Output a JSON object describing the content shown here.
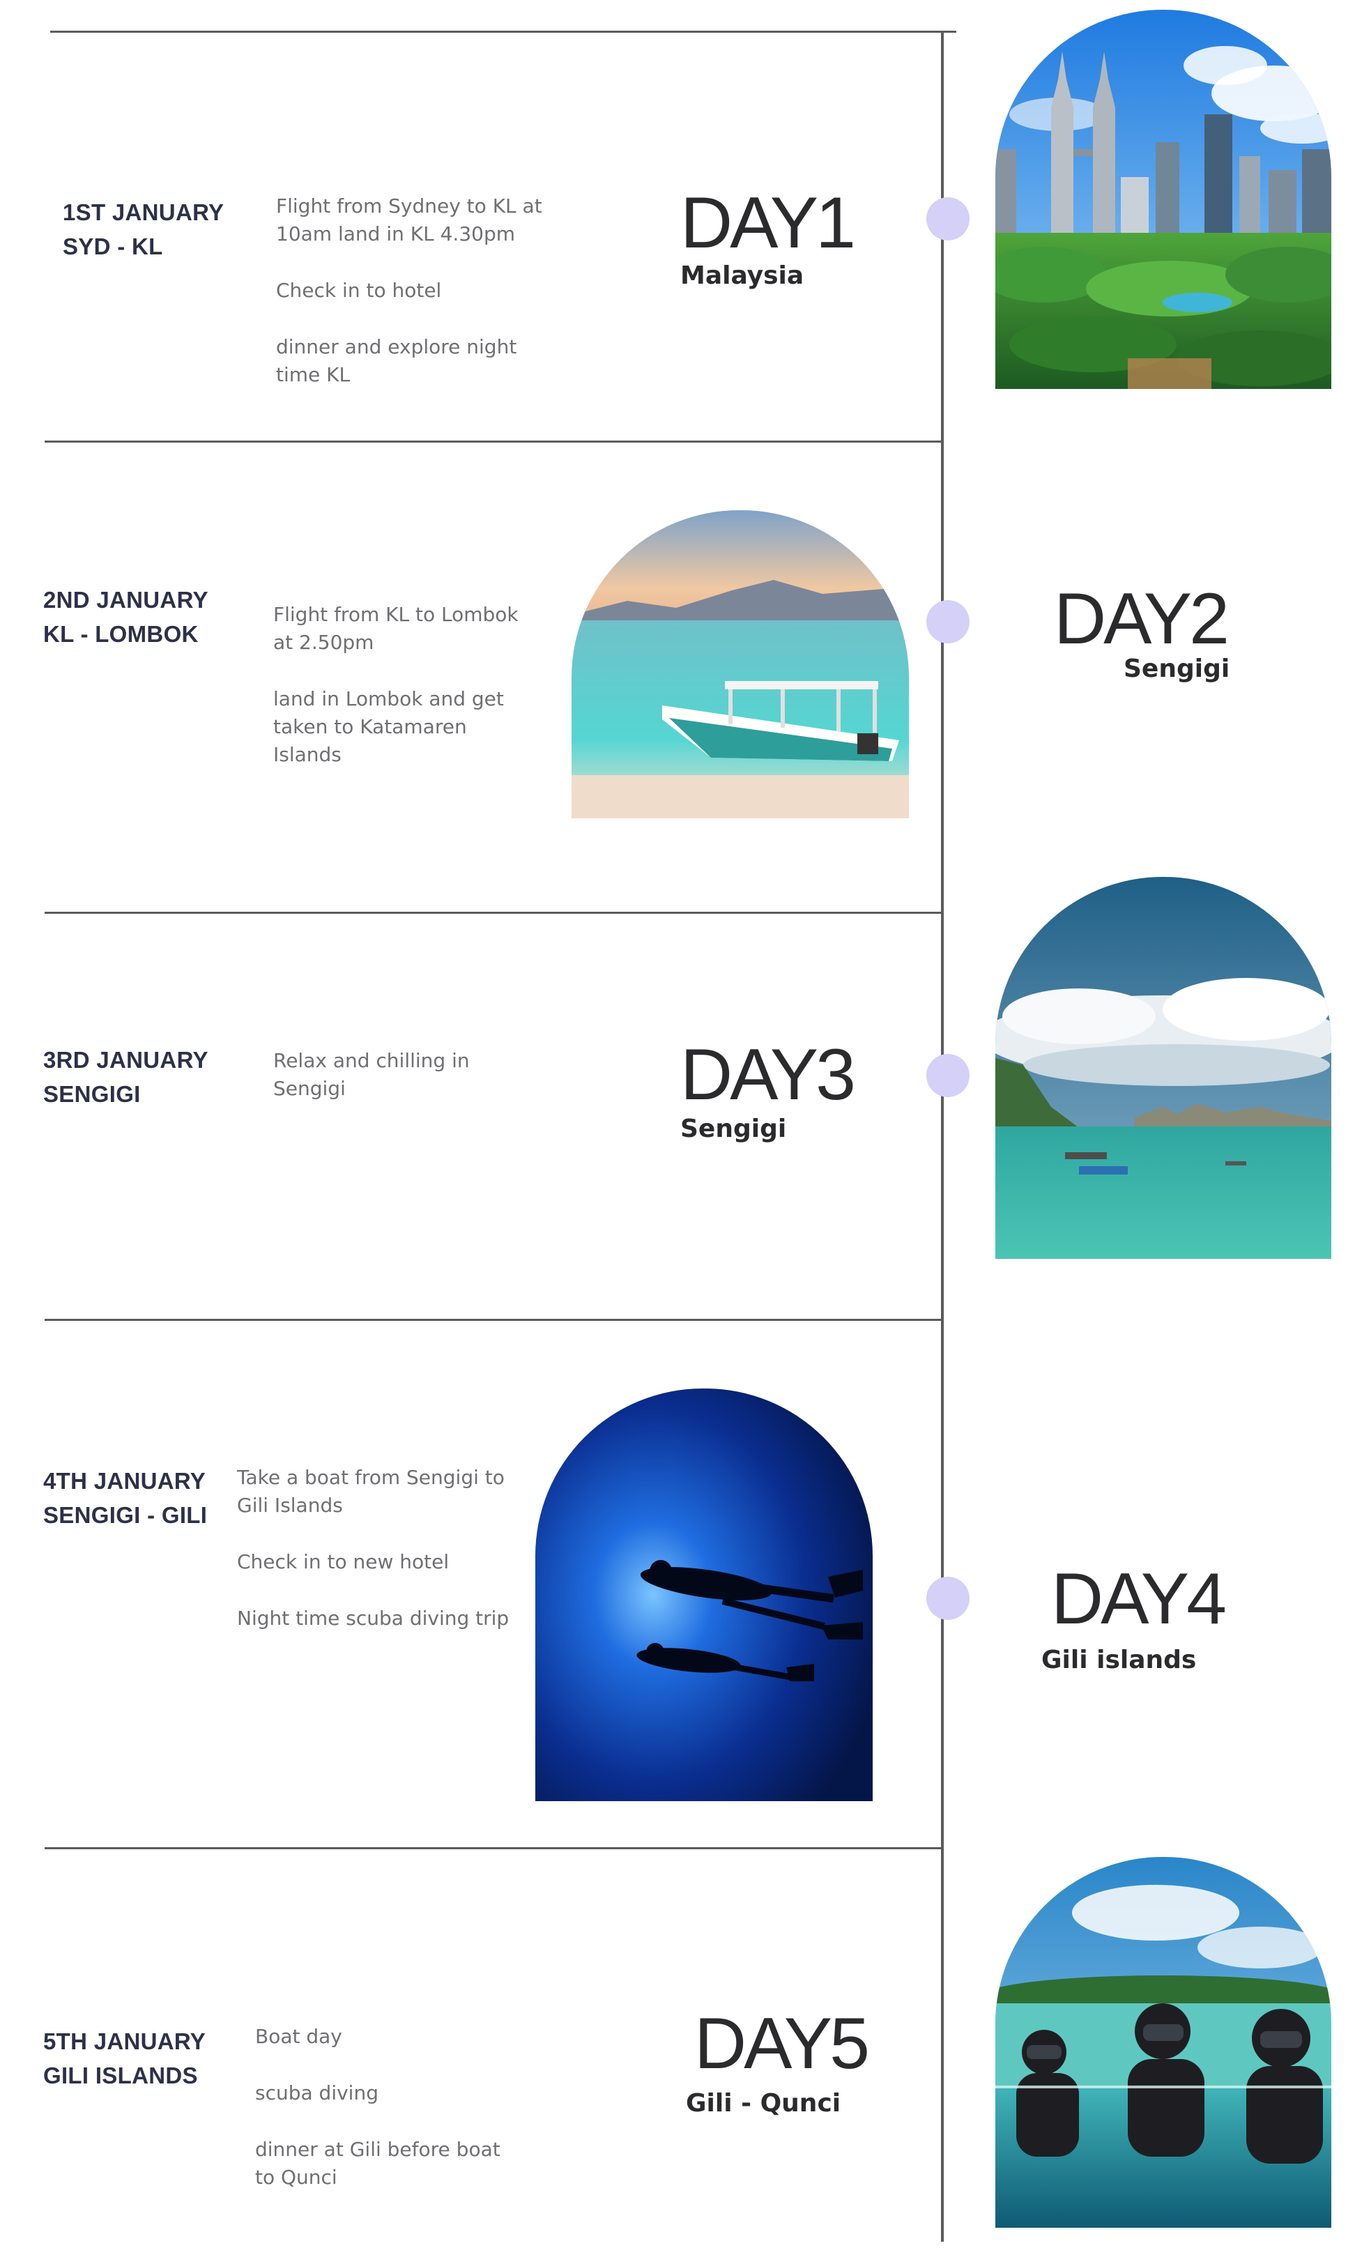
{
  "days": [
    {
      "date_line1": "1ST JANUARY",
      "date_line2": "SYD - KL",
      "activities": [
        "Flight from Sydney to KL at 10am land in KL 4.30pm",
        "Check in to hotel",
        "dinner and explore night time KL"
      ],
      "day_label": "DAY1",
      "place": "Malaysia"
    },
    {
      "date_line1": "2ND JANUARY",
      "date_line2": "KL - LOMBOK",
      "activities": [
        "Flight from KL to Lombok at 2.50pm",
        "land in Lombok and get taken to Katamaren Islands"
      ],
      "day_label": "DAY2",
      "place": "Sengigi"
    },
    {
      "date_line1": "3RD JANUARY",
      "date_line2": "SENGIGI",
      "activities": [
        "Relax and chilling in Sengigi"
      ],
      "day_label": "DAY3",
      "place": "Sengigi"
    },
    {
      "date_line1": "4TH JANUARY",
      "date_line2": "SENGIGI - GILI",
      "activities": [
        "Take a boat from Sengigi to Gili Islands",
        "Check in to new hotel",
        "Night time scuba diving trip"
      ],
      "day_label": "DAY4",
      "place": "Gili islands"
    },
    {
      "date_line1": "5TH JANUARY",
      "date_line2": "GILI ISLANDS",
      "activities": [
        "Boat day",
        "scuba diving",
        "dinner at Gili  before boat to Qunci"
      ],
      "day_label": "DAY5",
      "place": "Gili - Qunci"
    }
  ],
  "colors": {
    "timeline_dot": "#d5d0f7",
    "line": "#5b5b5e",
    "date_text": "#2d3048",
    "body_text": "#6f6f73",
    "heading_text": "#2b2b2e"
  }
}
